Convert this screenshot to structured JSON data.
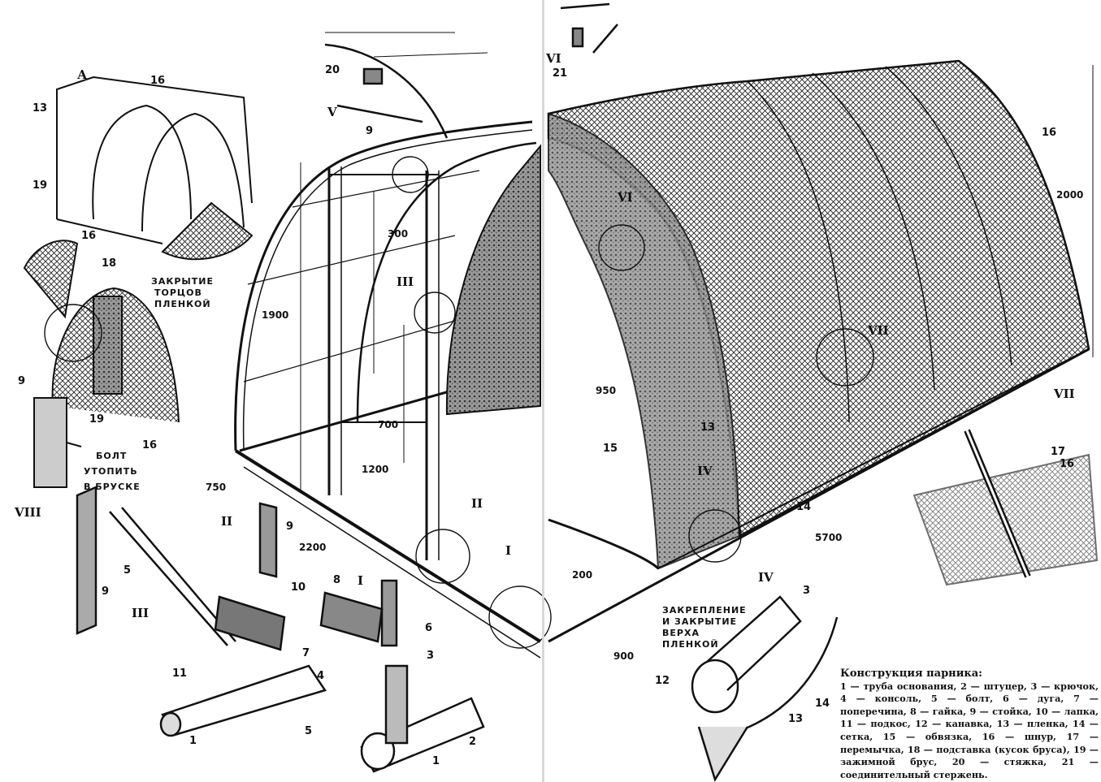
{
  "callouts": [
    "1",
    "2",
    "3",
    "4",
    "5",
    "6",
    "7",
    "8",
    "9",
    "10",
    "11",
    "12",
    "13",
    "14",
    "15",
    "16",
    "17",
    "18",
    "19",
    "20",
    "21"
  ],
  "callout_list": [
    {
      "t": "16"
    },
    {
      "t": "13"
    },
    {
      "t": "19"
    },
    {
      "t": "16"
    },
    {
      "t": "18"
    },
    {
      "t": "19"
    },
    {
      "t": "16"
    },
    {
      "t": "9"
    },
    {
      "t": "20"
    },
    {
      "t": "9"
    },
    {
      "t": "9"
    },
    {
      "t": "10"
    },
    {
      "t": "5"
    },
    {
      "t": "9"
    },
    {
      "t": "11"
    },
    {
      "t": "8"
    },
    {
      "t": "7"
    },
    {
      "t": "6"
    },
    {
      "t": "4"
    },
    {
      "t": "3"
    },
    {
      "t": "5"
    },
    {
      "t": "1"
    },
    {
      "t": "1"
    },
    {
      "t": "2"
    },
    {
      "t": "21"
    },
    {
      "t": "16"
    },
    {
      "t": "13"
    },
    {
      "t": "15"
    },
    {
      "t": "14"
    },
    {
      "t": "17"
    },
    {
      "t": "16"
    },
    {
      "t": "3"
    },
    {
      "t": "12"
    },
    {
      "t": "13"
    },
    {
      "t": "14"
    }
  ],
  "detail_marks": {
    "A": "А",
    "list": [
      "V",
      "III",
      "VI",
      "II",
      "I",
      "IV",
      "VII",
      "VIII",
      "II",
      "III",
      "I",
      "VI",
      "IV",
      "VII"
    ]
  },
  "dimensions": [
    "300",
    "1900",
    "700",
    "1200",
    "750",
    "2200",
    "950",
    "200",
    "900",
    "5700",
    "2000"
  ],
  "notes": {
    "ends": [
      "ЗАКРЫТИЕ",
      "ТОРЦОВ",
      "ПЛЕНКОЙ"
    ],
    "bolt": [
      "БОЛТ",
      "УТОПИТЬ",
      "В БРУСКЕ"
    ],
    "top": [
      "ЗАКРЕПЛЕНИЕ",
      "И ЗАКРЫТИЕ",
      "ВЕРХА",
      "ПЛЕНКОЙ"
    ]
  },
  "legend": {
    "title": "Конструкция парника:",
    "body": "1 — труба основания, 2 — штуцер, 3 — крючок, 4 — консоль, 5 — болт, 6 — дуга, 7 — поперечина, 8 — гайка, 9 — стойка, 10 — лапка, 11 — подкос, 12 — канавка, 13 — пленка, 14 — сетка, 15 — обвязка, 16 — шнур, 17 — перемычка, 18 — подставка (кусок бруса), 19 — зажимной брус, 20 — стяжка, 21 — соединительный стержень."
  }
}
